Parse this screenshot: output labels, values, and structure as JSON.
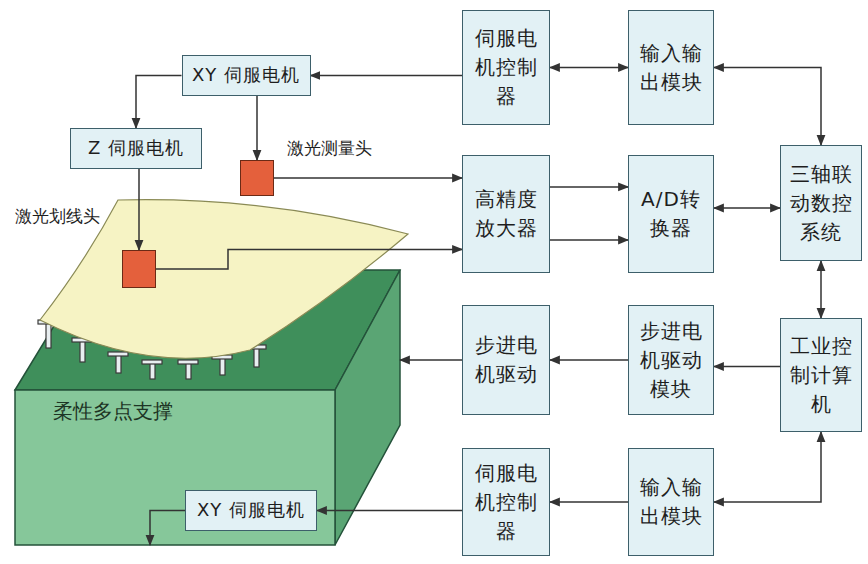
{
  "diagram": {
    "nodes": [
      {
        "text": [
          "XY 伺服电机"
        ]
      },
      {
        "text": [
          "伺服电机控制器"
        ]
      },
      {
        "text": [
          "输入输出模块"
        ]
      },
      {
        "text": [
          "Z 伺服电机"
        ]
      },
      {
        "text": [
          "激光测量头"
        ]
      },
      {
        "text": [
          "激光划线头"
        ]
      },
      {
        "text": [
          "高精度放大器"
        ]
      },
      {
        "text": [
          "A/D转换器"
        ]
      },
      {
        "text": [
          "三轴联动数控系统"
        ]
      },
      {
        "text": [
          "柔性多点支撑"
        ]
      },
      {
        "text": [
          "步进电机驱动"
        ]
      },
      {
        "text": [
          "步进电机驱动模块"
        ]
      },
      {
        "text": [
          "工业控制计算机"
        ]
      },
      {
        "text": [
          "XY 伺服电机"
        ]
      },
      {
        "text": [
          "伺服电机控制器"
        ]
      },
      {
        "text": [
          "输入输出模块"
        ]
      }
    ],
    "edges": [
      {
        "from": 1,
        "to": 0,
        "arrow": "to"
      },
      {
        "from": 2,
        "to": 1,
        "arrow": "both"
      },
      {
        "from": 8,
        "to": 2,
        "arrow": "both"
      },
      {
        "from": 0,
        "to": 3,
        "arrow": "to"
      },
      {
        "from": 0,
        "to": 4,
        "arrow": "to"
      },
      {
        "from": 3,
        "to": 5,
        "arrow": "to"
      },
      {
        "from": 4,
        "to": 6,
        "arrow": "to"
      },
      {
        "from": 5,
        "to": 6,
        "arrow": "to"
      },
      {
        "from": 6,
        "to": 7,
        "arrow": "to"
      },
      {
        "from": 6,
        "to": 7,
        "arrow": "to"
      },
      {
        "from": 7,
        "to": 8,
        "arrow": "both"
      },
      {
        "from": 8,
        "to": 12,
        "arrow": "both"
      },
      {
        "from": 12,
        "to": 11,
        "arrow": "to"
      },
      {
        "from": 11,
        "to": 10,
        "arrow": "to"
      },
      {
        "from": 10,
        "to": 9,
        "arrow": "to"
      },
      {
        "from": 12,
        "to": 15,
        "arrow": "both"
      },
      {
        "from": 15,
        "to": 14,
        "arrow": "to"
      },
      {
        "from": 14,
        "to": 13,
        "arrow": "to"
      },
      {
        "from": 13,
        "to": 9,
        "arrow": "to"
      }
    ]
  }
}
